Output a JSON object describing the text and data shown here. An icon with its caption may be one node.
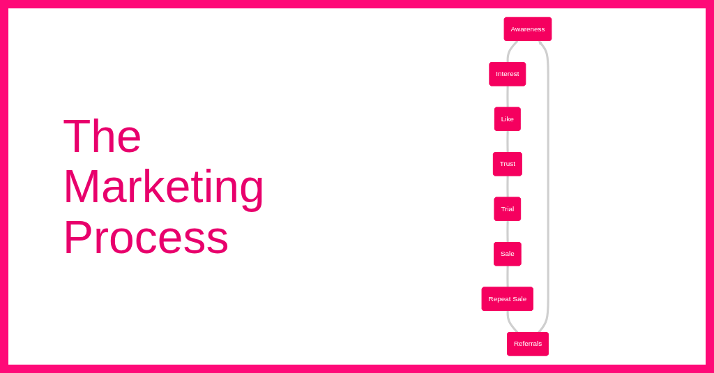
{
  "diagram": {
    "title": "The Marketing Process",
    "nodes": [
      {
        "text": [
          "Awareness"
        ]
      },
      {
        "text": [
          "Interest"
        ]
      },
      {
        "text": [
          "Like"
        ]
      },
      {
        "text": [
          "Trust"
        ]
      },
      {
        "text": [
          "Trial"
        ]
      },
      {
        "text": [
          "Sale"
        ]
      },
      {
        "text": [
          "Repeat Sale"
        ]
      },
      {
        "text": [
          "Referrals"
        ]
      }
    ],
    "edges": [
      {
        "from": 0,
        "to": 1,
        "arrow": "none"
      },
      {
        "from": 1,
        "to": 2,
        "arrow": "none"
      },
      {
        "from": 2,
        "to": 3,
        "arrow": "none"
      },
      {
        "from": 3,
        "to": 4,
        "arrow": "none"
      },
      {
        "from": 4,
        "to": 5,
        "arrow": "none"
      },
      {
        "from": 5,
        "to": 6,
        "arrow": "none"
      },
      {
        "from": 6,
        "to": 7,
        "arrow": "none"
      },
      {
        "from": 7,
        "to": 0,
        "arrow": "to"
      }
    ]
  }
}
